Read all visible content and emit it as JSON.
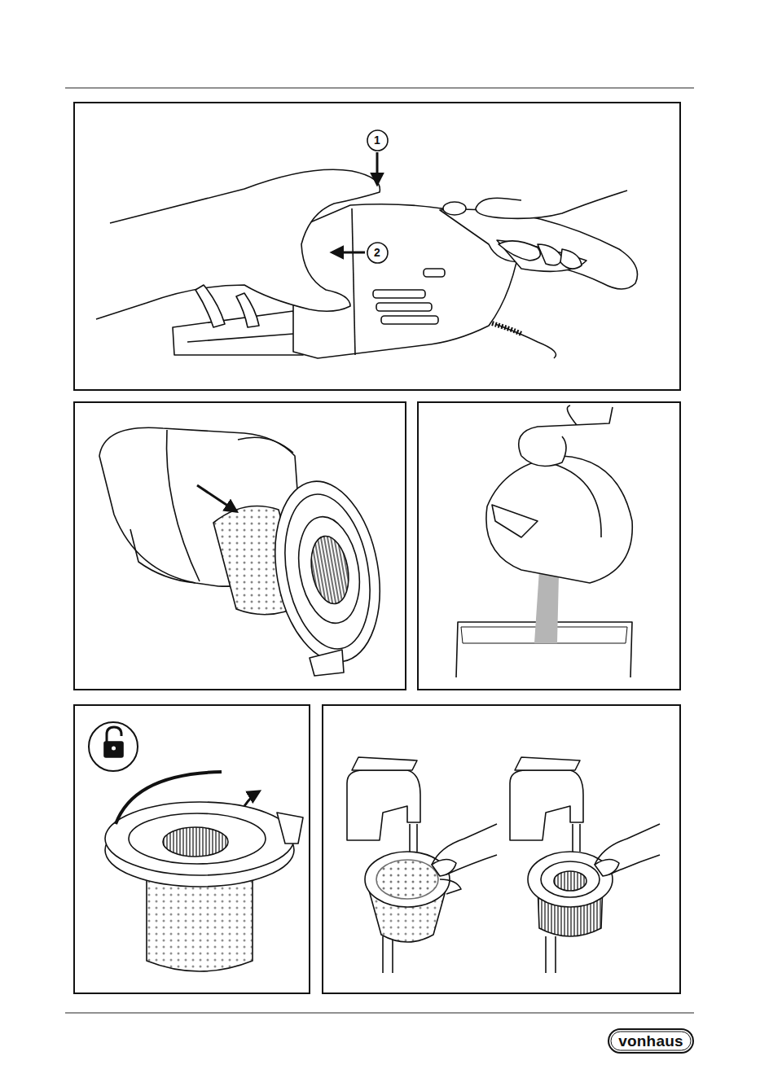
{
  "diagram": {
    "nodes": [
      {
        "text": [
          "1"
        ]
      },
      {
        "text": [
          "2"
        ]
      },
      {
        "text": [
          "vonhaus"
        ]
      }
    ]
  }
}
